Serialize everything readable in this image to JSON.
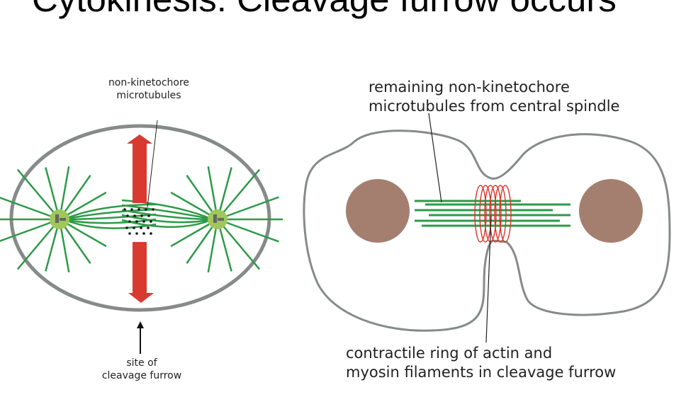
{
  "title": "Cytokinesis: Cleavage furrow occurs",
  "left_diagram": {
    "label_top": [
      "non-kinetochore",
      "microtubules"
    ],
    "label_bottom": [
      "site of",
      "cleavage furrow"
    ]
  },
  "right_diagram": {
    "label_top": [
      "remaining non-kinetochore",
      "microtubules from central spindle"
    ],
    "label_bottom": [
      "contractile ring of actin and",
      "myosin filaments in cleavage furrow"
    ]
  },
  "colors": {
    "microtubule": "#2e9a48",
    "arrow": "#d93a30",
    "membrane": "#868b8a",
    "nucleus": "#a47f70",
    "centrosome": "#9fc75a",
    "ring": "#e0302a"
  }
}
